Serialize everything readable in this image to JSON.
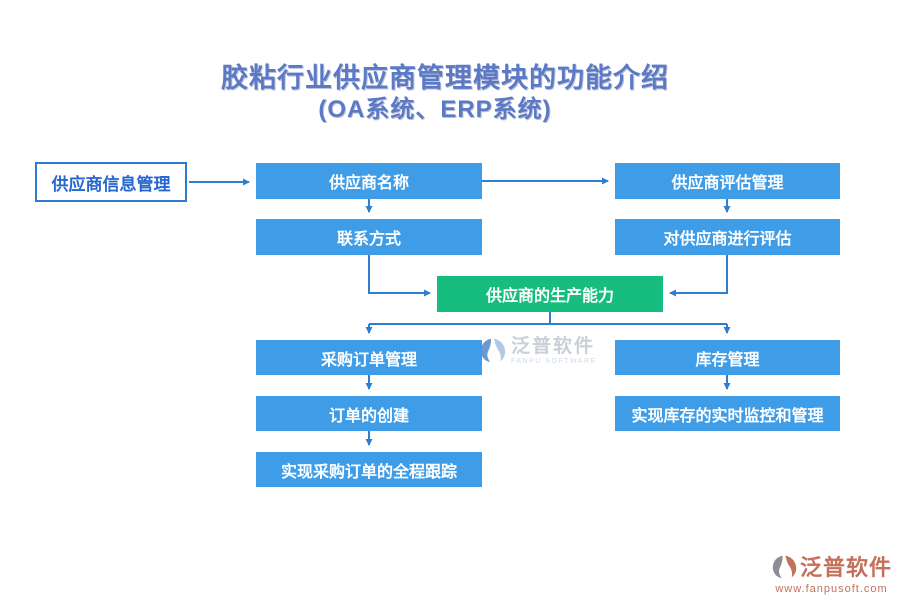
{
  "title": {
    "line1": "胶粘行业供应商管理模块的功能介绍",
    "line2": "(OA系统、ERP系统)"
  },
  "nodes": {
    "supplier_info": {
      "label": "供应商信息管理"
    },
    "supplier_name": {
      "label": "供应商名称"
    },
    "eval_mgmt": {
      "label": "供应商评估管理"
    },
    "contact": {
      "label": "联系方式"
    },
    "eval_do": {
      "label": "对供应商进行评估"
    },
    "capacity": {
      "label": "供应商的生产能力"
    },
    "purchase_order": {
      "label": "采购订单管理"
    },
    "inventory": {
      "label": "库存管理"
    },
    "order_create": {
      "label": "订单的创建"
    },
    "inventory_monitor": {
      "label": "实现库存的实时监控和管理"
    },
    "order_track": {
      "label": "实现采购订单的全程跟踪"
    }
  },
  "watermark": {
    "brand": "泛普软件",
    "subtitle": "FANPU SOFTWARE"
  },
  "logo": {
    "brand": "泛普软件",
    "url": "www.fanpusoft.com"
  },
  "colors": {
    "title_color": "#5b79c5",
    "box_blue": "#3f9de8",
    "box_green": "#16bd7e",
    "arrow": "#2e7fd0",
    "outline_border": "#2d7bd0",
    "outline_text": "#2667cf",
    "brand_red": "#c4705a",
    "brand_gray": "#8b8e96",
    "watermark_text": "#c6cad2",
    "watermark_sub": "#ccd7e4",
    "watermark_blue": "#5a8fd0",
    "watermark_blue_light": "#a9c4e2"
  }
}
